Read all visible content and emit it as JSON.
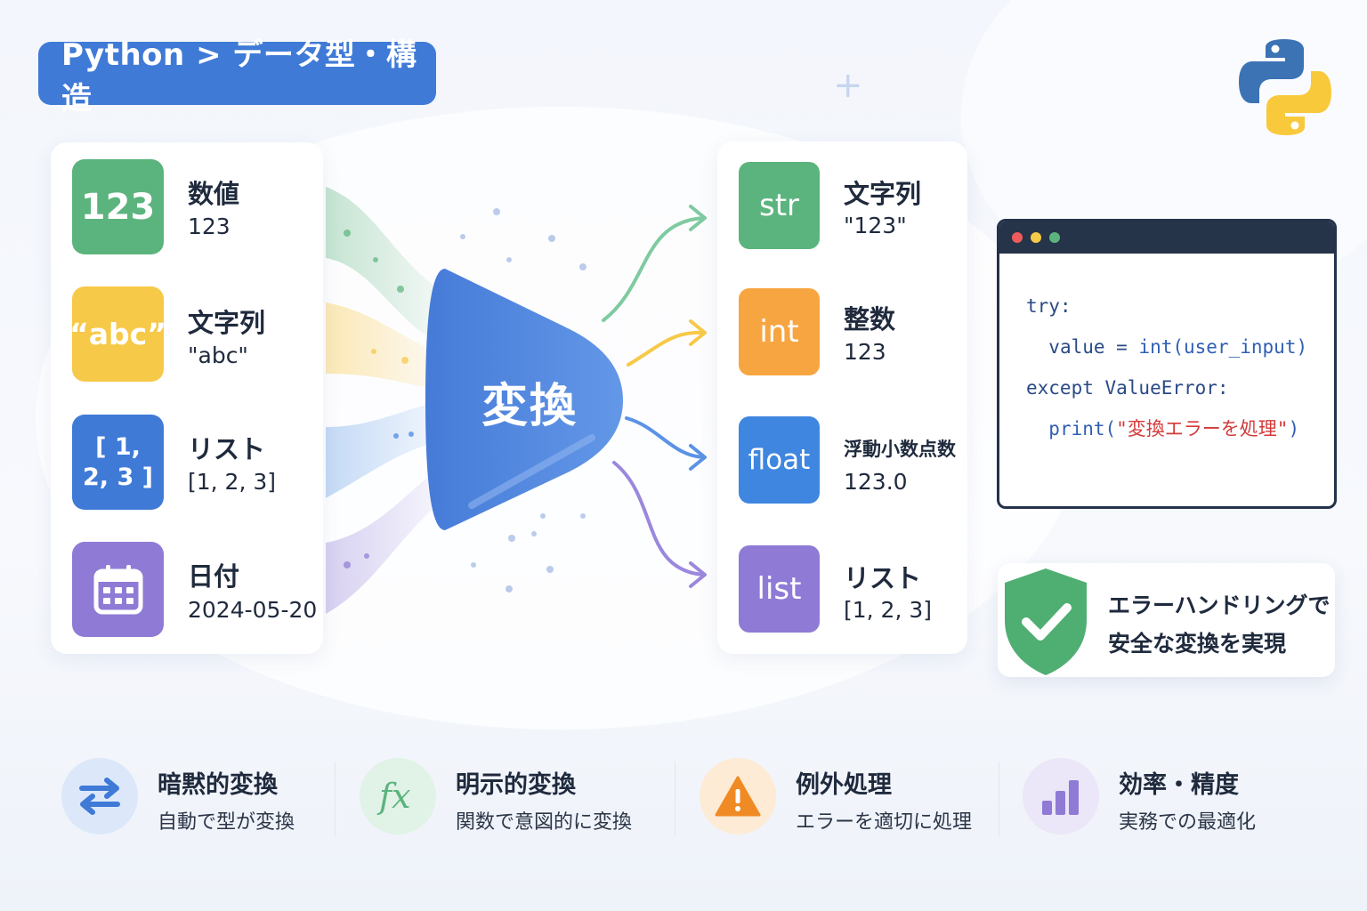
{
  "header": {
    "breadcrumb": "Python > データ型・構造"
  },
  "inputs": [
    {
      "tile": "123",
      "title": "数値",
      "value": "123",
      "color": "#5bb47d"
    },
    {
      "tile": "“abc”",
      "title": "文字列",
      "value": "\"abc\"",
      "color": "#f7c948"
    },
    {
      "tile": "[ 1,\n2, 3 ]",
      "title": "リスト",
      "value": "[1, 2, 3]",
      "color": "#3f7ad7"
    },
    {
      "tile_icon": "calendar-icon",
      "title": "日付",
      "value": "2024-05-20",
      "color": "#8f7bd6"
    }
  ],
  "converter": {
    "label": "変換",
    "color": "#3f7ad7"
  },
  "outputs": [
    {
      "tile": "str",
      "title": "文字列",
      "value": "\"123\"",
      "color": "#5bb47d"
    },
    {
      "tile": "int",
      "title": "整数",
      "value": "123",
      "color": "#f7a540"
    },
    {
      "tile": "float",
      "title": "浮動小数点数",
      "value": "123.0",
      "color": "#3f86e0"
    },
    {
      "tile": "list",
      "title": "リスト",
      "value": "[1, 2, 3]",
      "color": "#8f7bd6"
    }
  ],
  "code": {
    "line1": "try:",
    "line2_var": "value = ",
    "line2_fn": "int(user_input)",
    "line3": "except ValueError:",
    "line4_fn": "print(",
    "line4_str": "\"変換エラーを処理\"",
    "line4_end": ")"
  },
  "shield": {
    "line1": "エラーハンドリングで",
    "line2": "安全な変換を実現",
    "icon": "shield-check-icon",
    "color": "#4fae72"
  },
  "features": [
    {
      "icon": "swap-arrows-icon",
      "title": "暗黙的変換",
      "desc": "自動で型が変換",
      "color": "#3f7ad7"
    },
    {
      "icon": "function-fx-icon",
      "title": "明示的変換",
      "desc": "関数で意図的に変換",
      "color": "#5bb47d"
    },
    {
      "icon": "warning-icon",
      "title": "例外処理",
      "desc": "エラーを適切に処理",
      "color": "#f08a24"
    },
    {
      "icon": "bar-chart-icon",
      "title": "効率・精度",
      "desc": "実務での最適化",
      "color": "#8f7bd6"
    }
  ]
}
